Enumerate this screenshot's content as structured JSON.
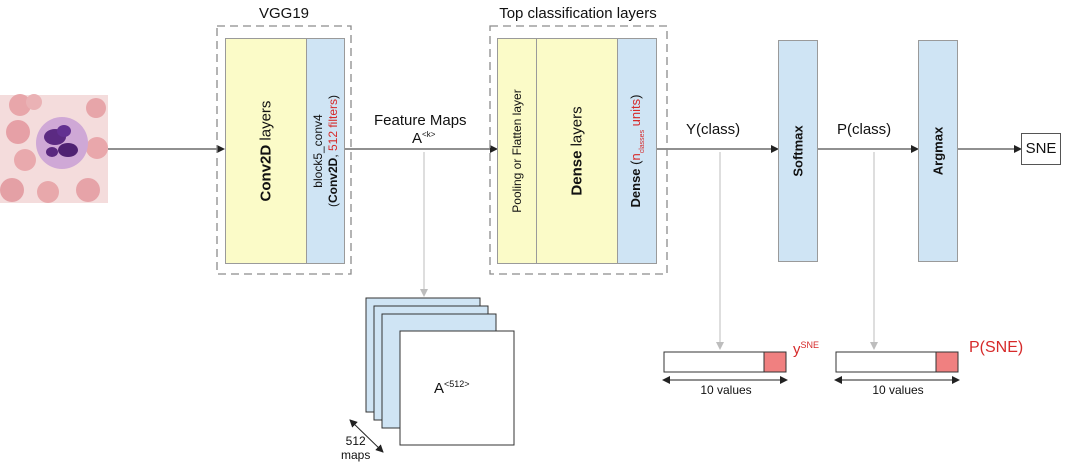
{
  "colors": {
    "yellow_block": "#fbfbc8",
    "blue_block": "#cfe4f4",
    "highlight_red": "#d62a2a",
    "bar_fill": "#f08080",
    "dashed_border": "#8c8c8c"
  },
  "input_image": {
    "icon": "blood-cell-micrograph"
  },
  "vgg": {
    "group_title": "VGG19",
    "conv2d_bold": "Conv2D",
    "conv2d_rest": " layers",
    "block_line1": "block5_conv4",
    "block_open": "(",
    "block_bold": "Conv2D",
    "block_comma": ", ",
    "block_red": "512 filters",
    "block_close": ")"
  },
  "feature_maps": {
    "title": "Feature Maps",
    "symbol": "A",
    "superscript": "<k>",
    "stack_label": "A",
    "stack_superscript": "<512>",
    "count_number": "512",
    "count_unit": "maps"
  },
  "top_layers": {
    "group_title": "Top classification layers",
    "pooling": "Pooling or Flatten layer",
    "dense_bold": "Dense",
    "dense_rest": " layers",
    "dense_final_bold": "Dense",
    "dense_final_open": " (",
    "dense_final_n": "n",
    "dense_final_sub": "classes",
    "dense_final_units": " units",
    "dense_final_close": ")"
  },
  "y_output": {
    "label": "Y(class)",
    "value_symbol": "y",
    "value_superscript": "SNE",
    "vector_caption": "10 values"
  },
  "softmax": {
    "label": "Softmax"
  },
  "p_output": {
    "label": "P(class)",
    "value_label": "P(SNE)",
    "vector_caption": "10 values"
  },
  "argmax": {
    "label": "Argmax"
  },
  "final_output": {
    "label": "SNE"
  }
}
